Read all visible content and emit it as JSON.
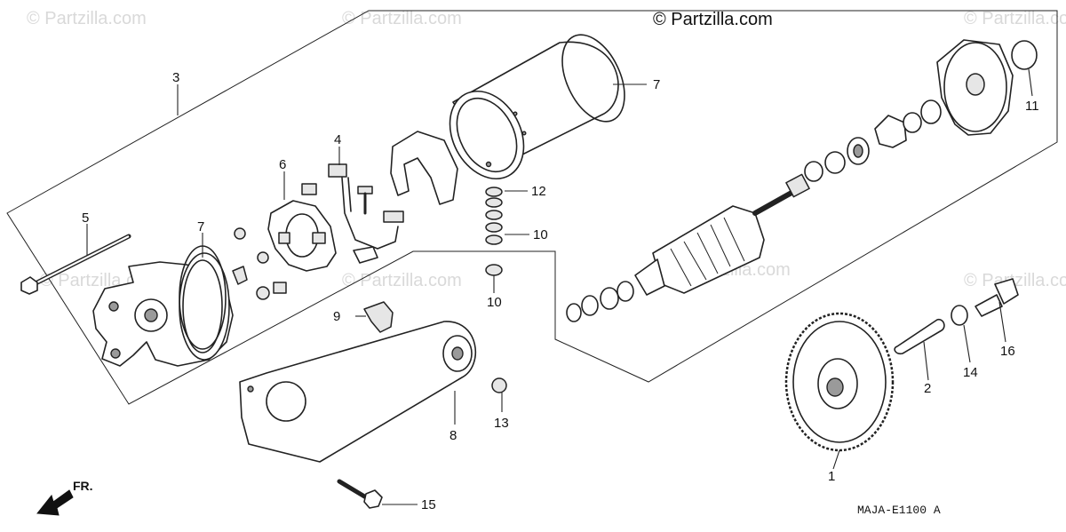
{
  "watermark": "© Partzilla.com",
  "copyright": "© Partzilla.com",
  "diagram_code": "MAJA-E1100 A",
  "direction_label": "FR.",
  "callouts": {
    "c1": "1",
    "c2": "2",
    "c3": "3",
    "c4": "4",
    "c5": "5",
    "c6": "6",
    "c7a": "7",
    "c7b": "7",
    "c8": "8",
    "c9": "9",
    "c10a": "10",
    "c10b": "10",
    "c11": "11",
    "c12": "12",
    "c13": "13",
    "c14": "14",
    "c15": "15",
    "c16": "16"
  }
}
